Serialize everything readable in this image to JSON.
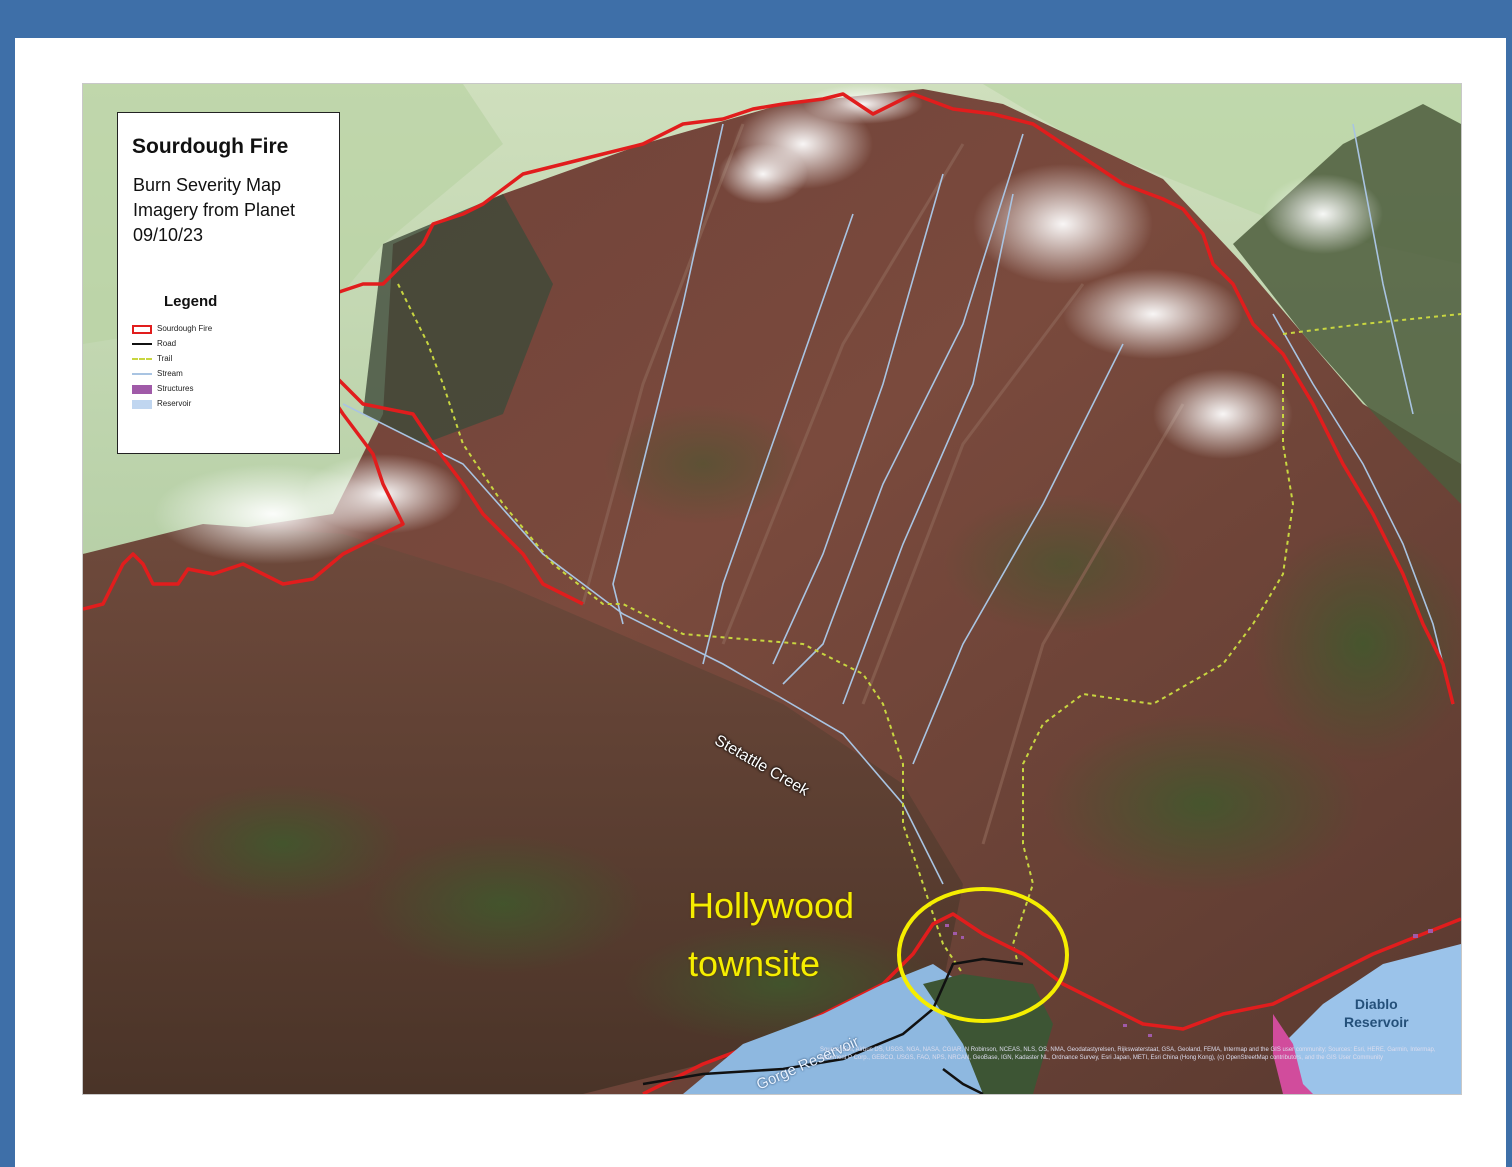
{
  "legend": {
    "title": "Sourdough Fire",
    "subtitle_lines": [
      "Burn Severity Map",
      "Imagery from Planet",
      "09/10/23"
    ],
    "heading": "Legend",
    "items": [
      {
        "label": "Sourdough Fire",
        "symbol": "fire-perimeter-outline",
        "color": "#e11d1d"
      },
      {
        "label": "Road",
        "symbol": "solid-line",
        "color": "#111111"
      },
      {
        "label": "Trail",
        "symbol": "dashed-line",
        "color": "#c8d640"
      },
      {
        "label": "Stream",
        "symbol": "solid-line",
        "color": "#a9c4e2"
      },
      {
        "label": "Structures",
        "symbol": "filled-box",
        "color": "#a05aa8"
      },
      {
        "label": "Reservoir",
        "symbol": "filled-box",
        "color": "#c0d6f0"
      }
    ]
  },
  "annotation": {
    "line1": "Hollywood",
    "line2": "townsite",
    "color": "#f5ee00"
  },
  "places": {
    "creek": "Stetattle Creek",
    "gorge": "Gorge Reservoir",
    "diablo_line1": "Diablo",
    "diablo_line2": "Reservoir"
  },
  "attribution": "Source: Esri, Airbus DS, USGS, NGA, NASA, CGIAR, N Robinson, NCEAS, NLS, OS, NMA, Geodatastyrelsen, Rijkswaterstaat, GSA, Geoland, FEMA, Intermap and the GIS user community; Sources: Esri, HERE, Garmin, Intermap, increment P Corp., GEBCO, USGS, FAO, NPS, NRCAN, GeoBase, IGN, Kadaster NL, Ordnance Survey, Esri Japan, METI, Esri China (Hong Kong), (c) OpenStreetMap contributors, and the GIS User Community",
  "colors": {
    "frame": "#3e6fa8",
    "fire_perimeter": "#e11d1d",
    "trail": "#c8d640",
    "stream": "#a9c4e2",
    "reservoir": "#8eb8e0"
  }
}
